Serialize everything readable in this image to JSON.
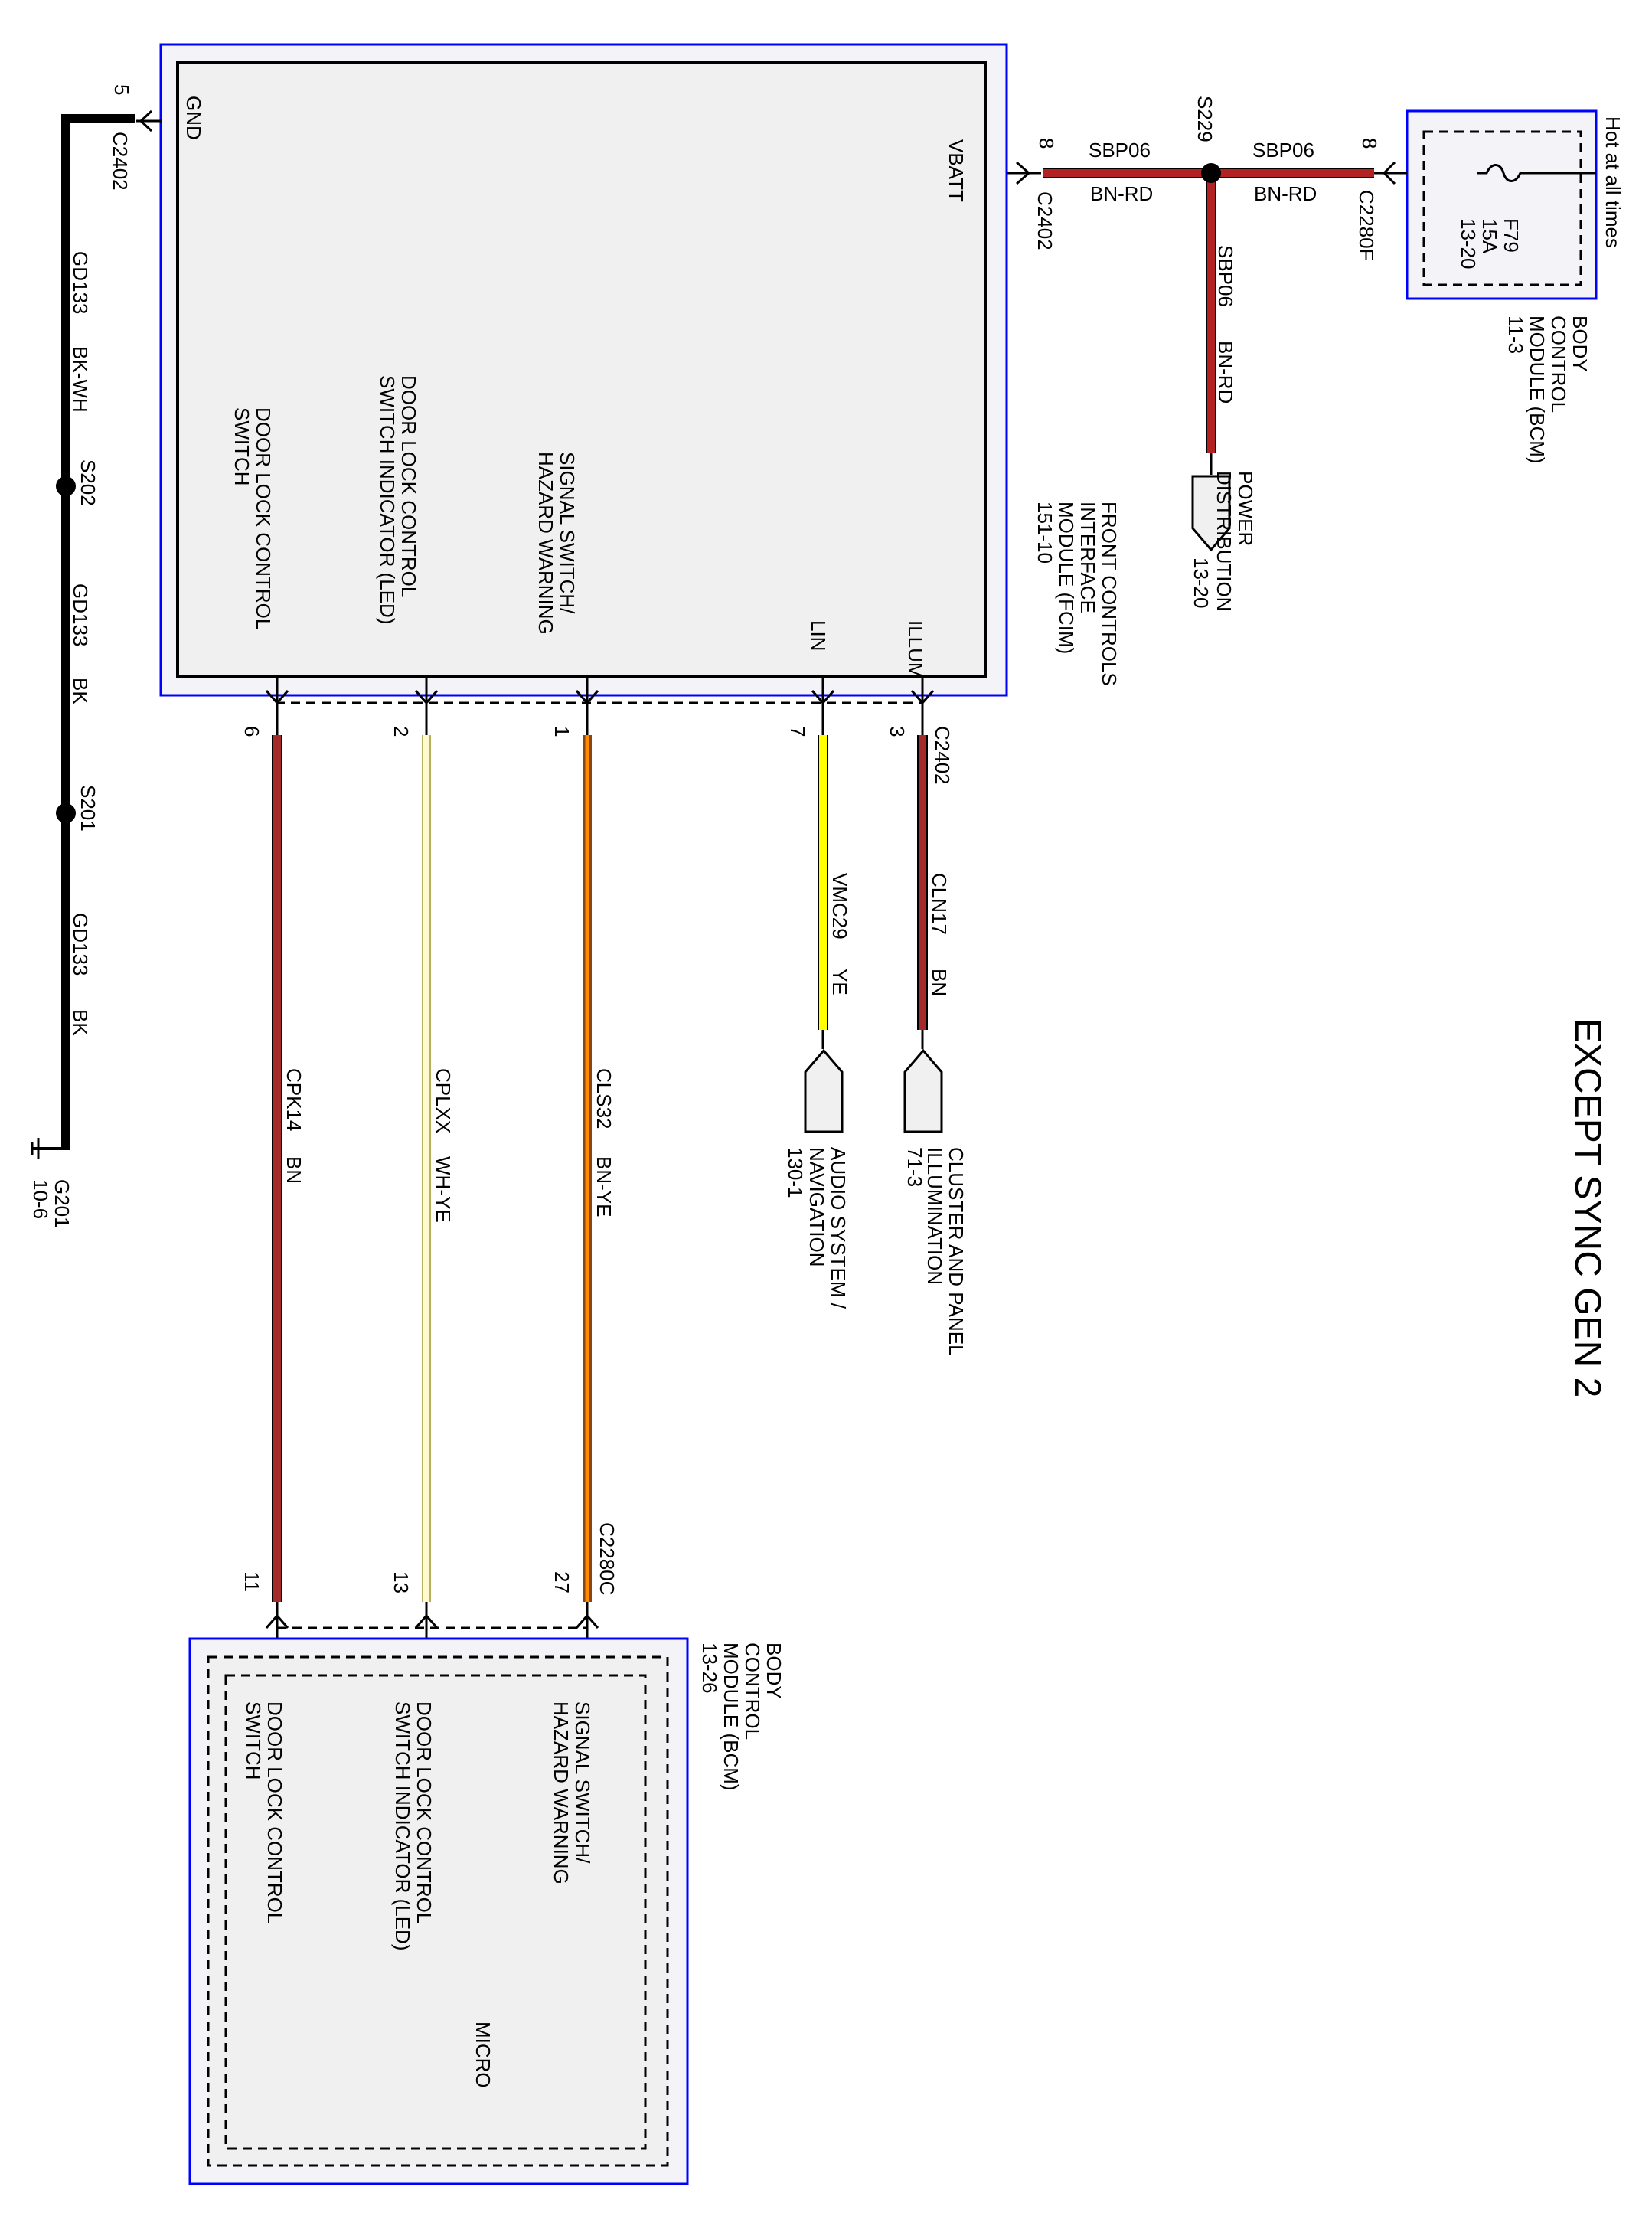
{
  "title": "EXCEPT SYNC GEN 2",
  "colors": {
    "bn": "#a52a2a",
    "bn_rd": "#b22222",
    "ye": "#ffff00",
    "wh_ye": "#fffacd",
    "bn_ye_outer": "#8b4513",
    "bn_ye_inner": "#ff8c00",
    "bk": "#000000",
    "module_border": "#0000ff",
    "module_fill": "#f0f0f0"
  },
  "bcm_fuse": {
    "hot_label": "Hot at all times",
    "fuse_name": "F79",
    "fuse_rating": "15A",
    "fuse_ref": "13-20",
    "module_line1": "BODY",
    "module_line2": "CONTROL",
    "module_line3": "MODULE (BCM)",
    "module_ref": "11-3",
    "connector": "C2280F",
    "pin": "8"
  },
  "feed": {
    "circuit": "SBP06",
    "color": "BN-RD",
    "splice": "S229",
    "pd_line1": "POWER",
    "pd_line2": "DISTRIBUTION",
    "pd_ref": "13-20"
  },
  "fcim": {
    "line1": "FRONT CONTROLS",
    "line2": "INTERFACE",
    "line3": "MODULE (FCIM)",
    "ref": "151-10",
    "vbatt": "VBATT",
    "gnd": "GND",
    "illum": "ILLUM",
    "lin": "LIN",
    "signal_line1": "SIGNAL SWITCH/",
    "signal_line2": "HAZARD WARNING",
    "led_line1": "DOOR LOCK CONTROL",
    "led_line2": "SWITCH INDICATOR (LED)",
    "switch_line1": "DOOR LOCK CONTROL",
    "switch_line2": "SWITCH"
  },
  "connectors": {
    "c2402": "C2402",
    "c2280c": "C2280C",
    "vbatt_pin": "8",
    "gnd_pin": "5",
    "illum_pin": "3",
    "lin_pin": "7",
    "signal_pin": "1",
    "led_pin": "2",
    "switch_pin": "6",
    "bcm_signal_pin": "27",
    "bcm_led_pin": "13",
    "bcm_switch_pin": "11"
  },
  "wires": {
    "cln17": "CLN17",
    "cln17_color": "BN",
    "vmc29": "VMC29",
    "vmc29_color": "YE",
    "cls32": "CLS32",
    "cls32_color": "BN-YE",
    "cplxx": "CPLXX",
    "cplxx_color": "WH-YE",
    "cpk14": "CPK14",
    "cpk14_color": "BN"
  },
  "destinations": {
    "cluster_line1": "CLUSTER AND PANEL",
    "cluster_line2": "ILLUMINATION",
    "cluster_ref": "71-3",
    "audio_line1": "AUDIO SYSTEM /",
    "audio_line2": "NAVIGATION",
    "audio_ref": "130-1"
  },
  "ground": {
    "circuit": "GD133",
    "color1": "BK-WH",
    "color2": "BK",
    "splice1": "S202",
    "splice2": "S201",
    "ground_point": "G201",
    "ground_ref": "10-6"
  },
  "bcm": {
    "line1": "BODY",
    "line2": "CONTROL",
    "line3": "MODULE (BCM)",
    "ref": "13-26",
    "micro": "MICRO"
  }
}
